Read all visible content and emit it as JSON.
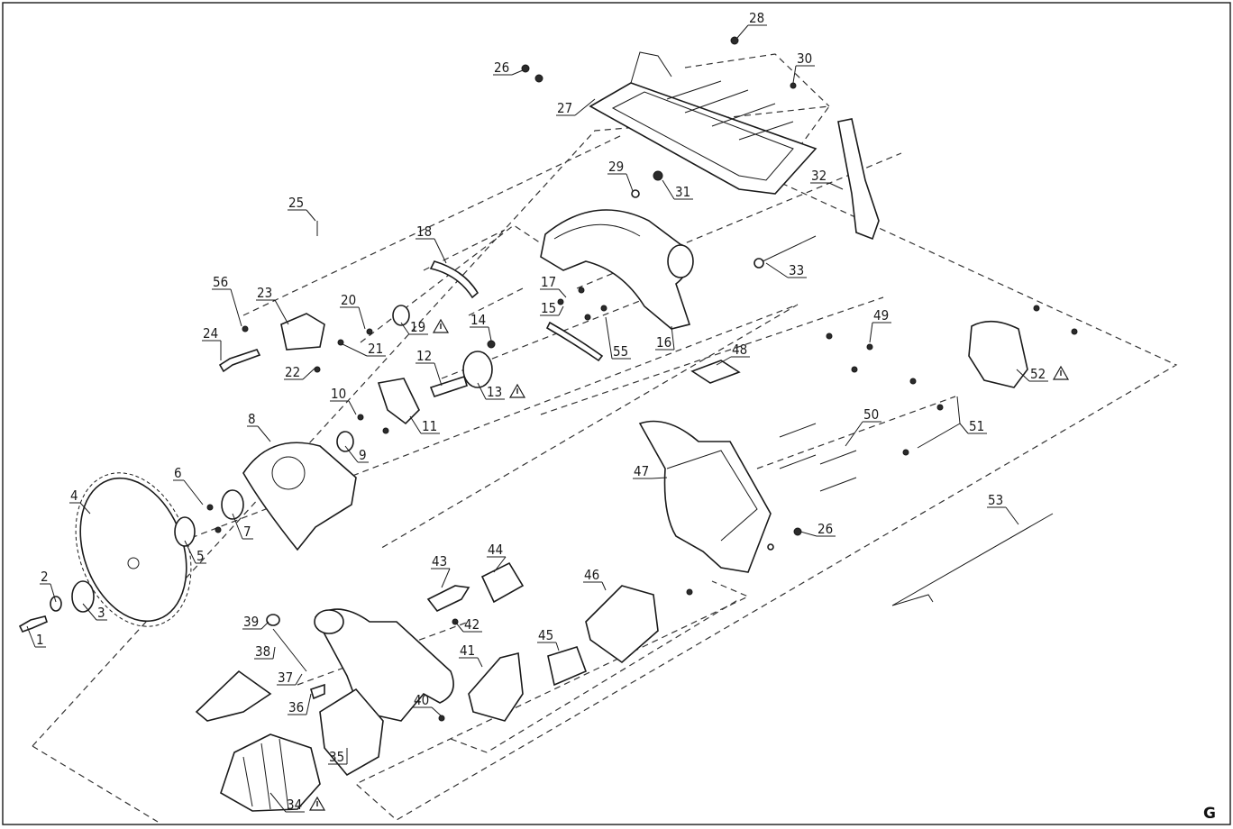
{
  "diagram": {
    "corner_letter": "G",
    "warning_symbol": "warning-triangle-icon",
    "callouts": [
      {
        "id": "c1",
        "text": "1"
      },
      {
        "id": "c2",
        "text": "2"
      },
      {
        "id": "c3",
        "text": "3"
      },
      {
        "id": "c4",
        "text": "4"
      },
      {
        "id": "c5",
        "text": "5"
      },
      {
        "id": "c6",
        "text": "6"
      },
      {
        "id": "c7",
        "text": "7"
      },
      {
        "id": "c8",
        "text": "8"
      },
      {
        "id": "c9",
        "text": "9"
      },
      {
        "id": "c10",
        "text": "10"
      },
      {
        "id": "c11",
        "text": "11"
      },
      {
        "id": "c12",
        "text": "12"
      },
      {
        "id": "c13",
        "text": "13"
      },
      {
        "id": "c14",
        "text": "14"
      },
      {
        "id": "c15",
        "text": "15"
      },
      {
        "id": "c16",
        "text": "16"
      },
      {
        "id": "c17",
        "text": "17"
      },
      {
        "id": "c18",
        "text": "18"
      },
      {
        "id": "c19",
        "text": "19"
      },
      {
        "id": "c20",
        "text": "20"
      },
      {
        "id": "c21",
        "text": "21"
      },
      {
        "id": "c22",
        "text": "22"
      },
      {
        "id": "c23",
        "text": "23"
      },
      {
        "id": "c24",
        "text": "24"
      },
      {
        "id": "c25",
        "text": "25"
      },
      {
        "id": "c26a",
        "text": "26"
      },
      {
        "id": "c26b",
        "text": "26"
      },
      {
        "id": "c27",
        "text": "27"
      },
      {
        "id": "c28",
        "text": "28"
      },
      {
        "id": "c29",
        "text": "29"
      },
      {
        "id": "c30",
        "text": "30"
      },
      {
        "id": "c31",
        "text": "31"
      },
      {
        "id": "c32",
        "text": "32"
      },
      {
        "id": "c33",
        "text": "33"
      },
      {
        "id": "c34",
        "text": "34"
      },
      {
        "id": "c35",
        "text": "35"
      },
      {
        "id": "c36",
        "text": "36"
      },
      {
        "id": "c37",
        "text": "37"
      },
      {
        "id": "c38",
        "text": "38"
      },
      {
        "id": "c39",
        "text": "39"
      },
      {
        "id": "c40",
        "text": "40"
      },
      {
        "id": "c41",
        "text": "41"
      },
      {
        "id": "c42",
        "text": "42"
      },
      {
        "id": "c43",
        "text": "43"
      },
      {
        "id": "c44",
        "text": "44"
      },
      {
        "id": "c45",
        "text": "45"
      },
      {
        "id": "c46",
        "text": "46"
      },
      {
        "id": "c47",
        "text": "47"
      },
      {
        "id": "c48",
        "text": "48"
      },
      {
        "id": "c49",
        "text": "49"
      },
      {
        "id": "c50",
        "text": "50"
      },
      {
        "id": "c51",
        "text": "51"
      },
      {
        "id": "c52",
        "text": "52"
      },
      {
        "id": "c53",
        "text": "53"
      },
      {
        "id": "c55",
        "text": "55"
      },
      {
        "id": "c56",
        "text": "56"
      }
    ]
  }
}
